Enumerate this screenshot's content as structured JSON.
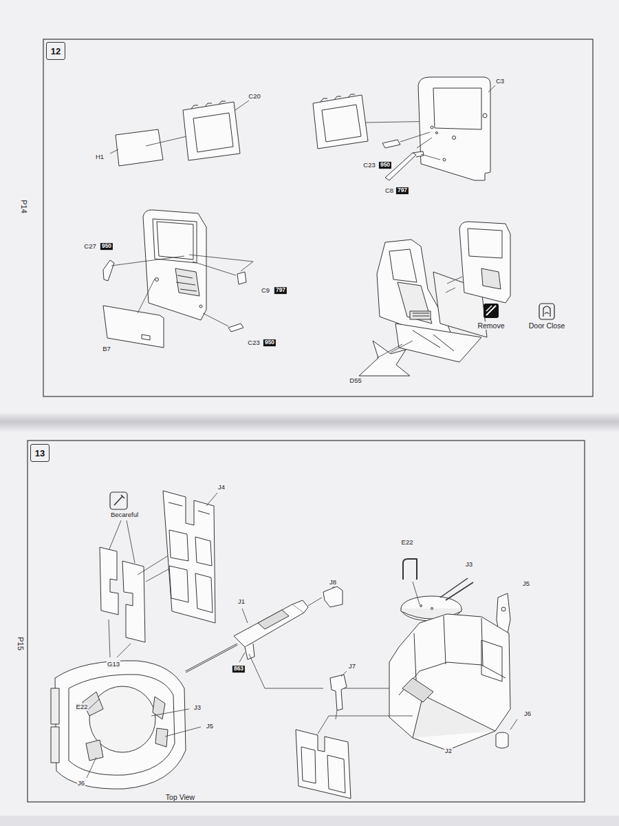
{
  "diagram": {
    "nodes": [
      {
        "text": [
          "12"
        ]
      },
      {
        "text": [
          "13"
        ]
      }
    ],
    "labels": [
      "P14",
      "P15",
      "C20",
      "H1",
      "C3",
      "C23",
      "950",
      "C8",
      "797",
      "C27",
      "950",
      "C9",
      "797",
      "B7",
      "C23",
      "950",
      "D55",
      "Remove",
      "Door Close",
      "Becareful",
      "J4",
      "G13",
      "J1",
      "863",
      "J8",
      "E22",
      "J3",
      "J5",
      "J6",
      "J7",
      "J2",
      "E22",
      "J3",
      "J5",
      "J6",
      "Top View"
    ]
  }
}
